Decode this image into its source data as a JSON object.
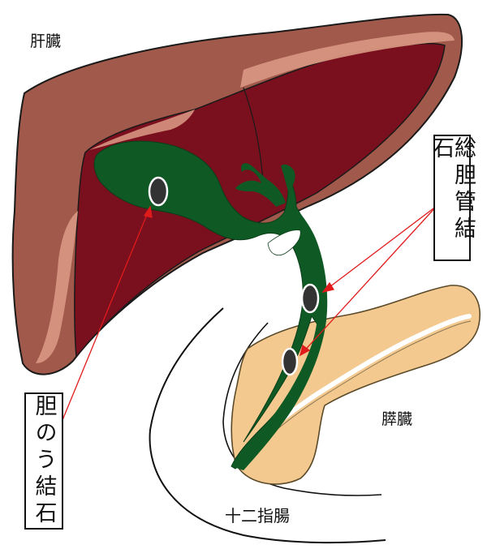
{
  "labels": {
    "liver": "肝臓",
    "pancreas": "膵臓",
    "duodenum": "十二指腸",
    "common_bile_duct_stone": "総胆管結石",
    "gallbladder_stone": "胆のう結石"
  },
  "colors": {
    "liver_main": "#a0594a",
    "liver_dark": "#7a0f1e",
    "liver_rim": "#d7957f",
    "gallbladder": "#0f5a24",
    "pancreas": "#f3c98f",
    "stone": "#333333",
    "pointer": "#e01b1b"
  }
}
